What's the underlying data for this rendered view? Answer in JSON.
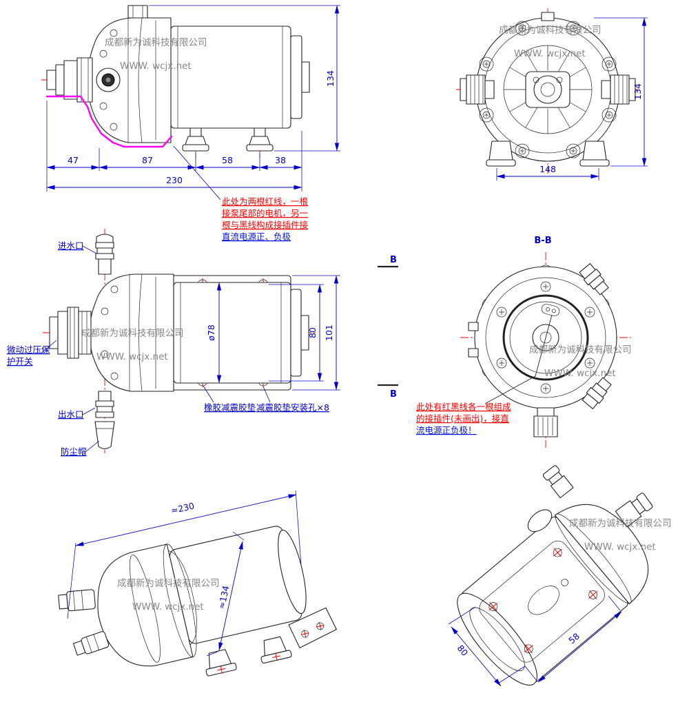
{
  "colors": {
    "dimension_blue": "#0000cd",
    "centerline_red": "#ff0000",
    "outline_black": "#222222",
    "highlight_magenta": "#ff00ff",
    "note_red": "#ff0000",
    "note_blue": "#0014e6",
    "watermark_gray": "#878787"
  },
  "watermark": {
    "company": "成都新为诚科技有限公司",
    "site": "WWW. wcjx.net"
  },
  "side_view": {
    "dims": {
      "d47": "47",
      "d87": "87",
      "d58": "58",
      "d38": "38",
      "d230": "230",
      "d134": "134"
    }
  },
  "front_view": {
    "dims": {
      "d148": "148",
      "d134": "134"
    }
  },
  "top_view": {
    "dims": {
      "d78": "ø78",
      "d80": "80",
      "d101": "101"
    },
    "labels": {
      "inlet": "进水口",
      "switch_line1": "微动过压保",
      "switch_line2": "护开关",
      "outlet": "出水口",
      "dust_cap": "防尘帽",
      "rubber_pad": "橡胶减震胶垫",
      "pad_holes": "减震胶垫安装孔×8"
    }
  },
  "section_view": {
    "title": "B-B",
    "marker_top": "B",
    "marker_bottom": "B"
  },
  "iso_front": {
    "dims": {
      "d230": "≈230",
      "d134": "≈134"
    }
  },
  "iso_back": {
    "dims": {
      "d80": "80",
      "d58": "58"
    }
  },
  "notes": {
    "red_wire": {
      "line1": "此处为两根红线，一根",
      "line2": "接泵尾部的电机，另一",
      "line3": "根与黑线构成接插件接",
      "line4": "直流电源正、负极"
    },
    "connector": {
      "line1": "此处有红黑线各一根组成",
      "line2": "的接插件(未画出)，接直",
      "line3": "流电源正负极！"
    }
  }
}
